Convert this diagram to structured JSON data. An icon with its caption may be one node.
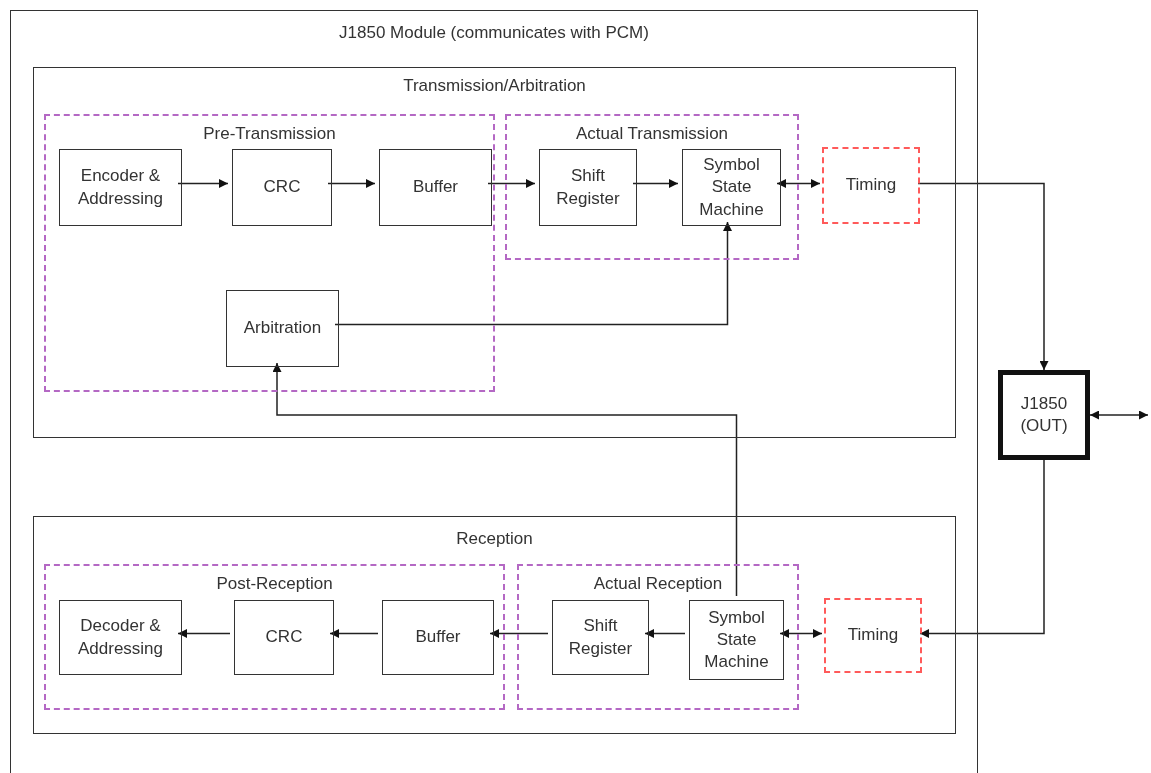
{
  "diagram": {
    "nodes": [
      {
        "text": [
          "J1850 Module (communicates with PCM)"
        ]
      },
      {
        "text": [
          "Transmission/Arbitration"
        ],
        "in": 0
      },
      {
        "text": [
          "Pre-Transmission"
        ],
        "in": 1
      },
      {
        "text": [
          "Encoder & Addressing"
        ],
        "in": 2
      },
      {
        "text": [
          "CRC"
        ],
        "in": 2
      },
      {
        "text": [
          "Buffer"
        ],
        "in": 2
      },
      {
        "text": [
          "Arbitration"
        ],
        "in": 2
      },
      {
        "text": [
          "Actual Transmission"
        ],
        "in": 1
      },
      {
        "text": [
          "Shift Register"
        ],
        "in": 7
      },
      {
        "text": [
          "Symbol State Machine"
        ],
        "in": 7
      },
      {
        "text": [
          "Timing"
        ],
        "in": 1
      },
      {
        "text": [
          "J1850 (OUT)"
        ]
      },
      {
        "text": [
          "Reception"
        ],
        "in": 0
      },
      {
        "text": [
          "Post-Reception"
        ],
        "in": 12
      },
      {
        "text": [
          "Decoder & Addressing"
        ],
        "in": 13
      },
      {
        "text": [
          "CRC"
        ],
        "in": 13
      },
      {
        "text": [
          "Buffer"
        ],
        "in": 13
      },
      {
        "text": [
          "Actual Reception"
        ],
        "in": 12
      },
      {
        "text": [
          "Shift Register"
        ],
        "in": 17
      },
      {
        "text": [
          "Symbol State Machine"
        ],
        "in": 17
      },
      {
        "text": [
          "Timing"
        ],
        "in": 12
      }
    ],
    "edges": [
      {
        "from": 3,
        "to": 4,
        "arrow": "to"
      },
      {
        "from": 4,
        "to": 5,
        "arrow": "to"
      },
      {
        "from": 5,
        "to": 8,
        "arrow": "to"
      },
      {
        "from": 8,
        "to": 9,
        "arrow": "to"
      },
      {
        "from": 9,
        "to": 10,
        "arrow": "both"
      },
      {
        "from": 6,
        "to": 9,
        "arrow": "to"
      },
      {
        "from": 10,
        "to": 11,
        "arrow": "to"
      },
      {
        "from": 11,
        "to": null,
        "arrow": "both"
      },
      {
        "from": 11,
        "to": 20,
        "arrow": "to"
      },
      {
        "from": 20,
        "to": 19,
        "arrow": "both"
      },
      {
        "from": 19,
        "to": 18,
        "arrow": "to"
      },
      {
        "from": 18,
        "to": 16,
        "arrow": "to"
      },
      {
        "from": 16,
        "to": 15,
        "arrow": "to"
      },
      {
        "from": 15,
        "to": 14,
        "arrow": "to"
      },
      {
        "from": 19,
        "to": 6,
        "arrow": "to"
      }
    ]
  }
}
